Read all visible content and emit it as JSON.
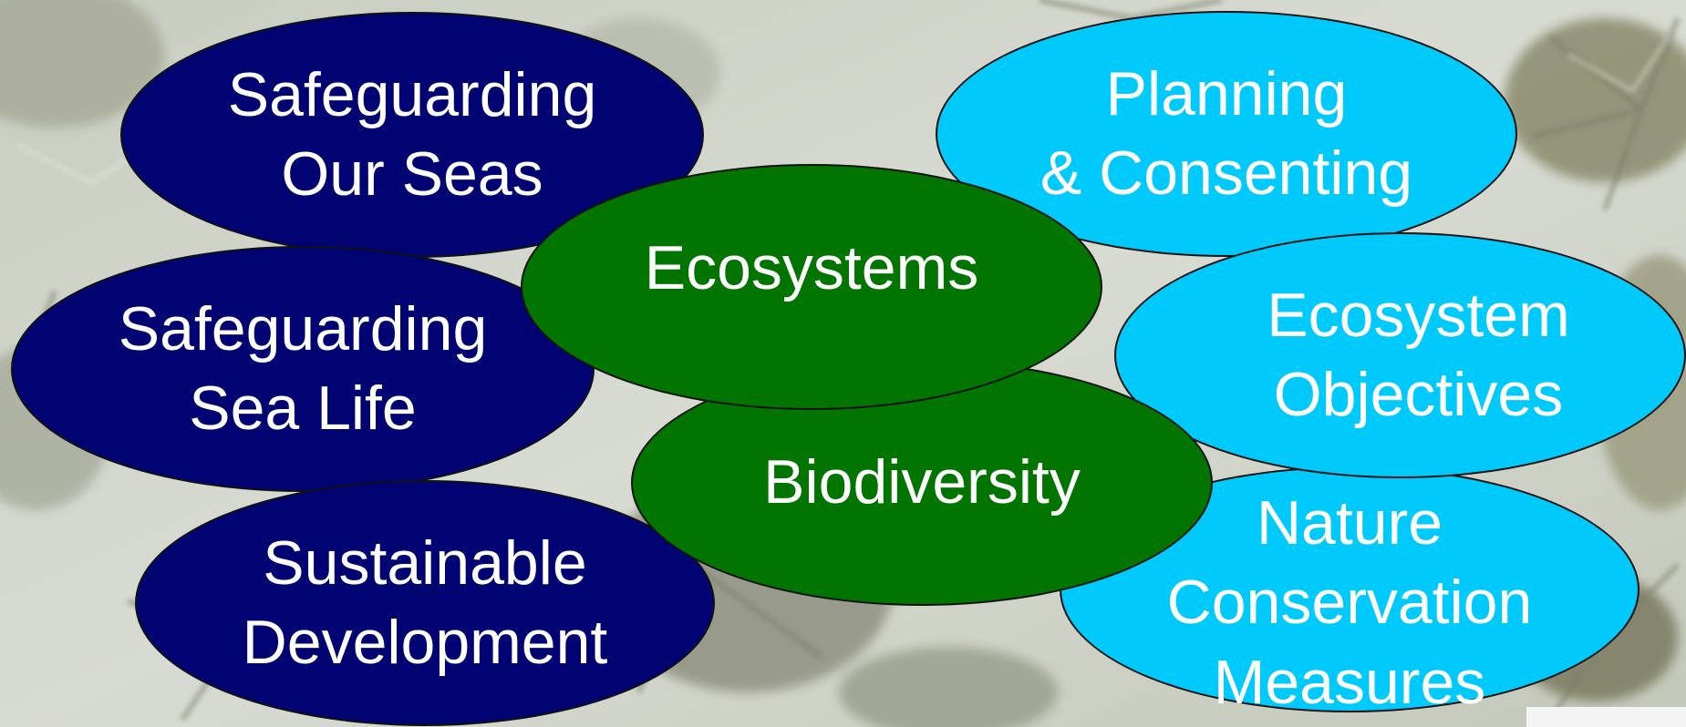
{
  "colors": {
    "navy": "#010372",
    "green": "#027400",
    "cyan": "#00c9fc",
    "text": "#ffffff",
    "outline": "#111111"
  },
  "nodes": {
    "safeguarding_our_seas": {
      "label": "Safeguarding\nOur Seas",
      "color": "navy"
    },
    "safeguarding_sea_life": {
      "label": "Safeguarding\nSea Life",
      "color": "navy"
    },
    "sustainable_development": {
      "label": "Sustainable\nDevelopment",
      "color": "navy"
    },
    "ecosystems": {
      "label": "Ecosystems",
      "color": "green"
    },
    "biodiversity": {
      "label": "Biodiversity",
      "color": "green"
    },
    "planning_consenting": {
      "label": "Planning\n& Consenting",
      "color": "cyan"
    },
    "ecosystem_objectives": {
      "label": "Ecosystem\nObjectives",
      "color": "cyan"
    },
    "nature_conservation_measures": {
      "label": "Nature\nConservation\nMeasures",
      "color": "cyan"
    }
  }
}
